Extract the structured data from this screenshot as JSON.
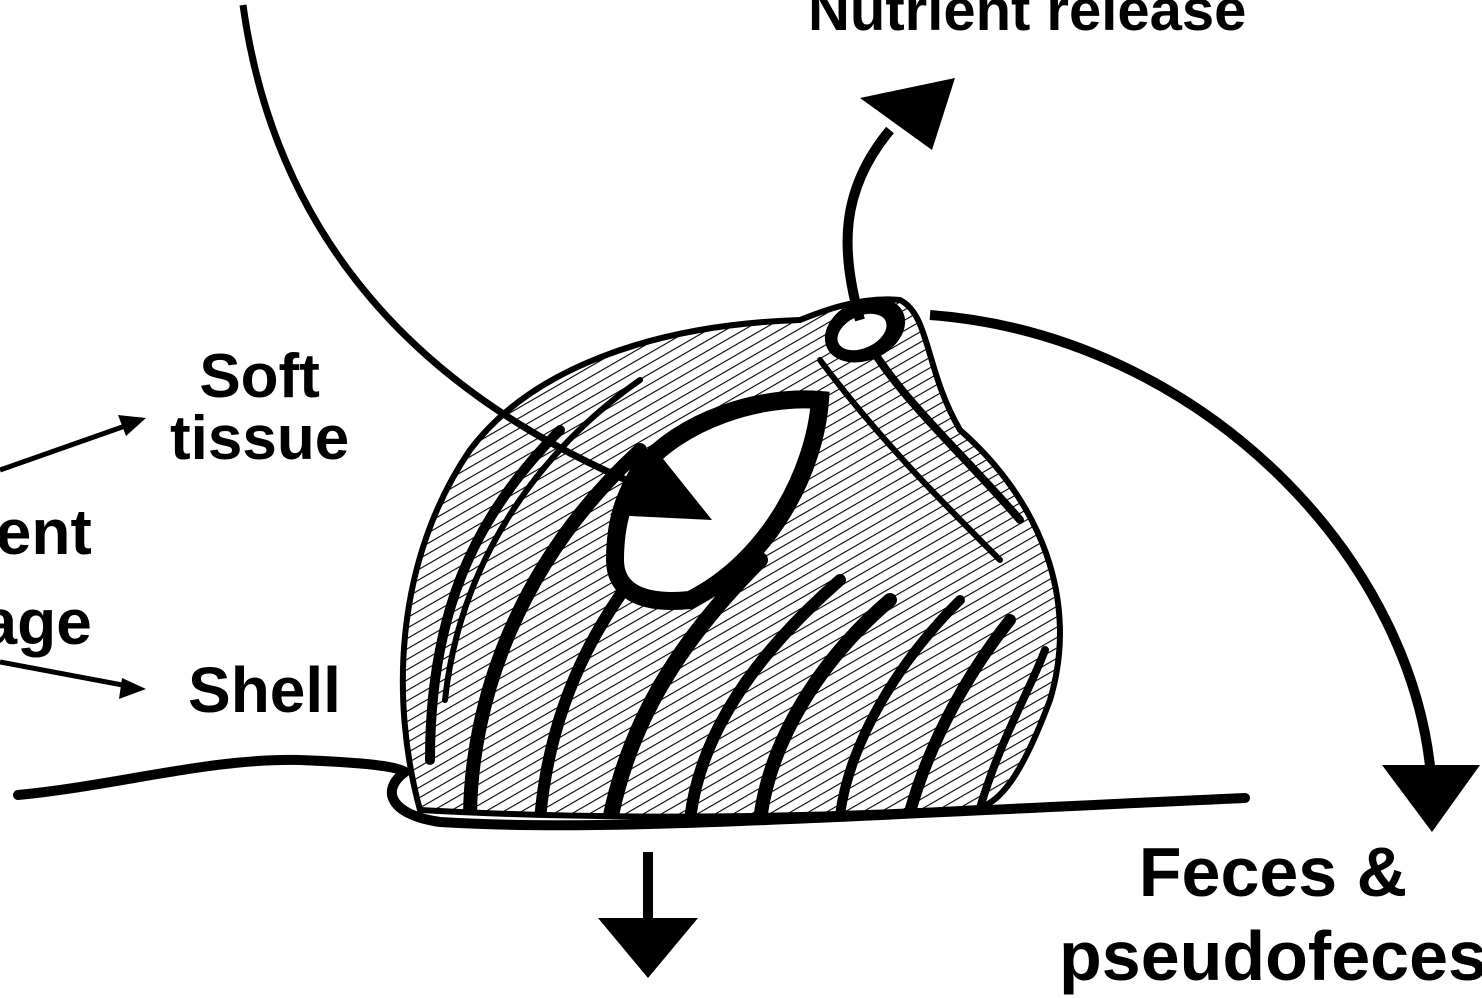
{
  "labels": {
    "nutrient_release": "Nutrient release",
    "soft": "Soft",
    "tissue": "tissue",
    "storage_line1": "ient",
    "storage_line2": "age",
    "shell": "Shell",
    "feces_line1": "Feces &",
    "feces_line2": "pseudofeces"
  },
  "colors": {
    "ink": "#000000",
    "background": "#ffffff"
  }
}
